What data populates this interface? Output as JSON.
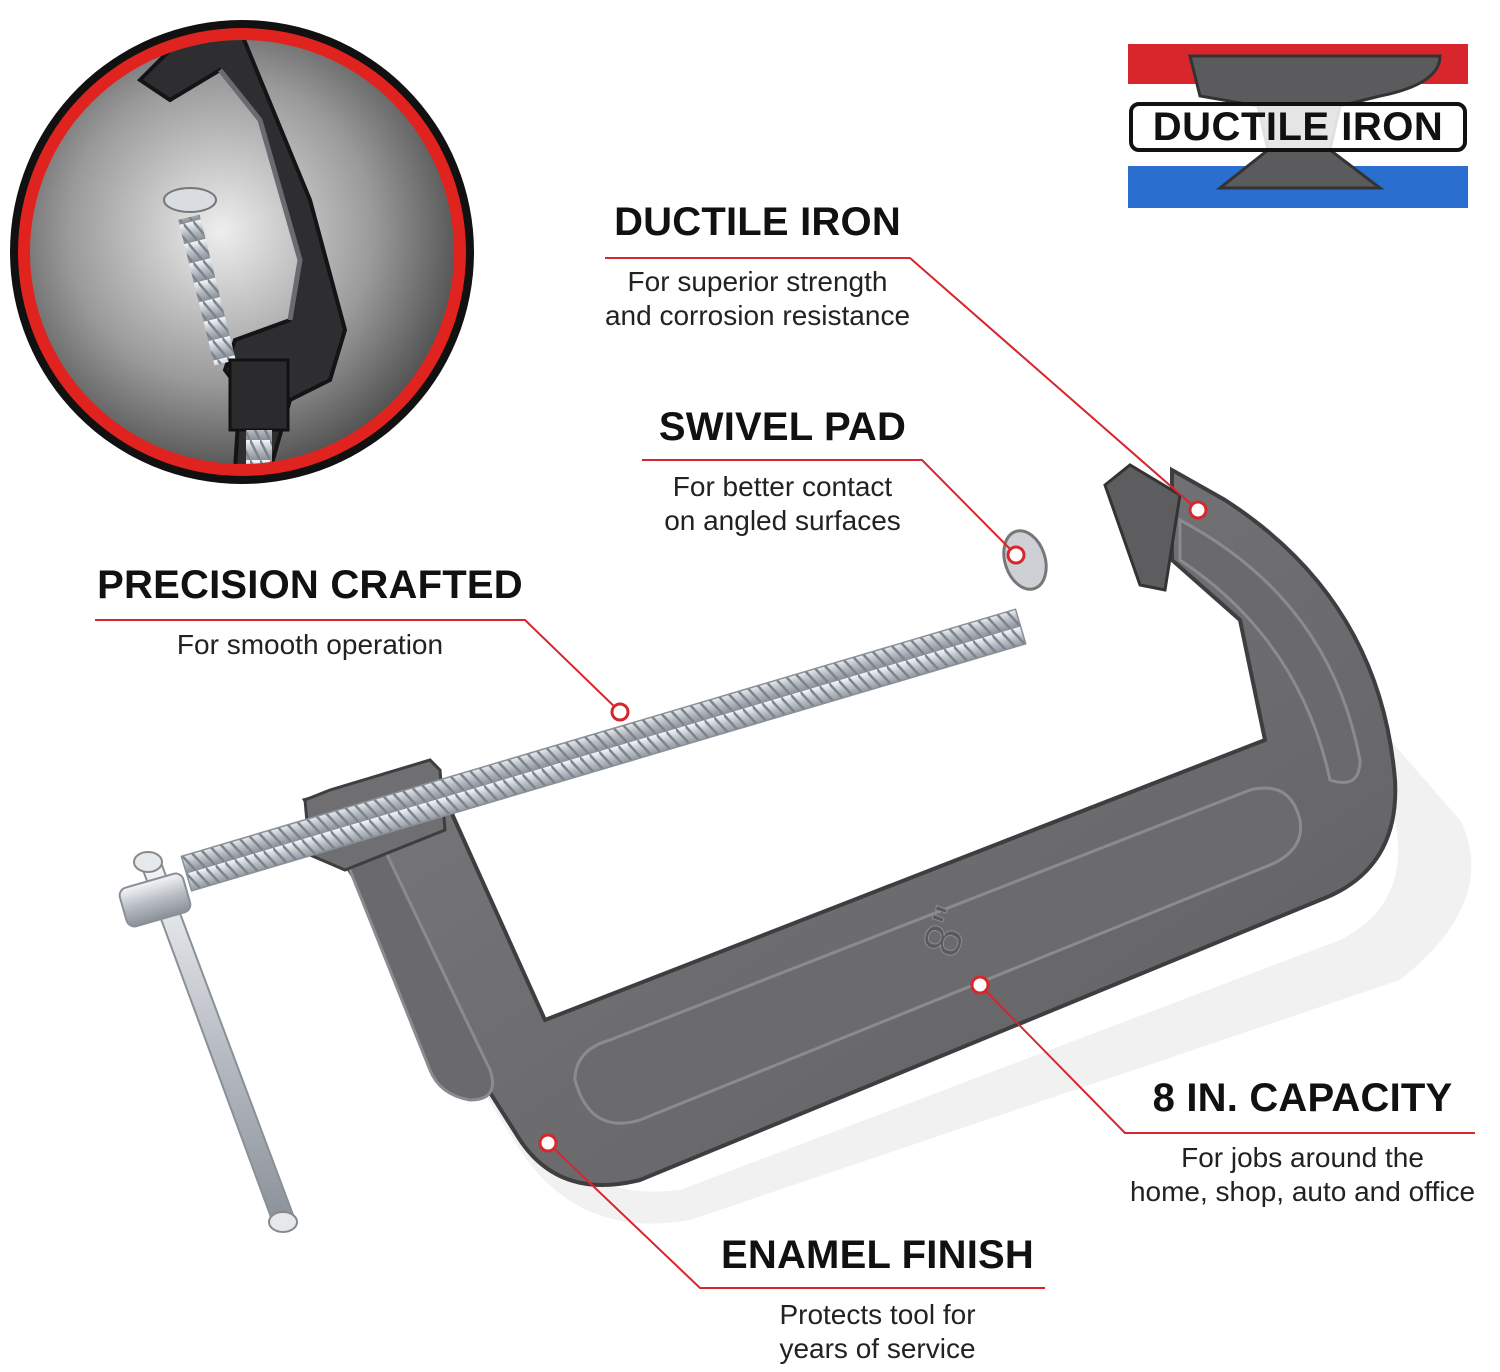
{
  "colors": {
    "accent_red": "#d7262c",
    "accent_blue": "#2a6fd0",
    "clamp_gray": "#6f6f72",
    "screw_silver": "#c9ccd1",
    "text": "#111111"
  },
  "logo": {
    "text": "DUCTILE IRON",
    "icon": "anvil-icon"
  },
  "inset": {
    "icon": "clamp-closeup-photo"
  },
  "product": {
    "size_marking": "8\""
  },
  "callouts": {
    "ductile_iron": {
      "title": "DUCTILE IRON",
      "line1": "For superior strength",
      "line2": "and corrosion resistance"
    },
    "swivel_pad": {
      "title": "SWIVEL PAD",
      "line1": "For better contact",
      "line2": "on angled surfaces"
    },
    "precision_crafted": {
      "title": "PRECISION CRAFTED",
      "line1": "For smooth operation"
    },
    "capacity": {
      "title": "8 IN. CAPACITY",
      "line1": "For jobs around the",
      "line2": "home, shop, auto and office"
    },
    "enamel_finish": {
      "title": "ENAMEL FINISH",
      "line1": "Protects tool for",
      "line2": "years of service"
    }
  }
}
